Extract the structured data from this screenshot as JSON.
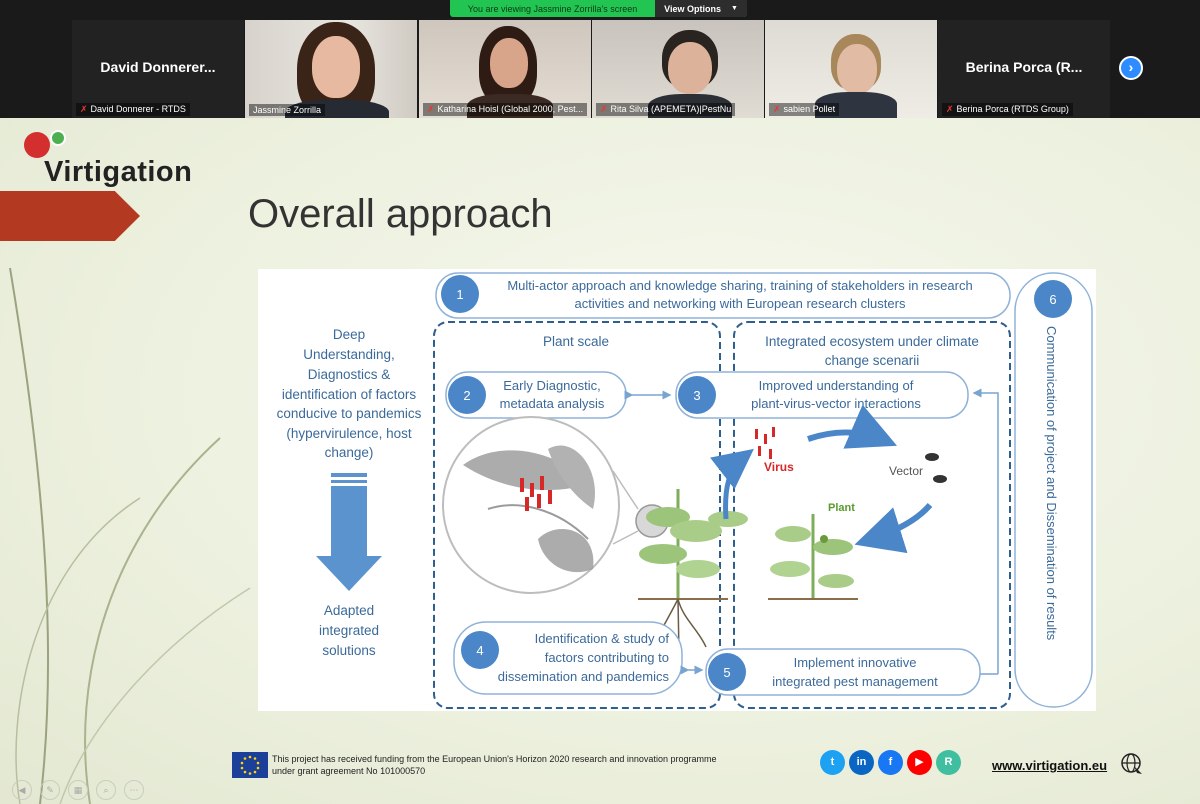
{
  "banner": {
    "viewing_text": "You are viewing Jassmine Zorrilla's screen",
    "view_options_label": "View Options"
  },
  "participants": {
    "p1": {
      "big_name": "David  Donnerer...",
      "label": "David Donnerer - RTDS",
      "muted": true
    },
    "p2": {
      "label": "Jassmine Zorrilla",
      "muted": false
    },
    "p3": {
      "label": "Katharina Hoisl (Global 2000, Pest...",
      "muted": true
    },
    "p4": {
      "label": "Rita Silva (APEMETA)|PestNu",
      "muted": true
    },
    "p5": {
      "label": "sabien Pollet",
      "muted": true
    },
    "p6": {
      "big_name": "Berina Porca  (R...",
      "label": "Berina Porca (RTDS Group)",
      "muted": true
    }
  },
  "next_button_icon": "chevron-right-icon",
  "slide": {
    "logo": "Virtigation",
    "title": "Overall approach",
    "diagram": {
      "step1_num": "1",
      "step1_line1": "Multi-actor approach and knowledge sharing, training  of stakeholders in research",
      "step1_line2": "activities and networking with European research clusters",
      "left_line1": "Deep",
      "left_line2": "Understanding,",
      "left_line3": "Diagnostics &",
      "left_line4": "identification of factors",
      "left_line5": "conducive to pandemics",
      "left_line6": "(hypervirulence, host",
      "left_line7": "change)",
      "bottom_line1": "Adapted",
      "bottom_line2": "integrated",
      "bottom_line3": "solutions",
      "plant_scale": "Plant scale",
      "eco_line1": "Integrated ecosystem under climate",
      "eco_line2": "change scenarii",
      "step2_num": "2",
      "step2_line1": "Early Diagnostic,",
      "step2_line2": "metadata analysis",
      "step3_num": "3",
      "step3_line1": "Improved understanding of",
      "step3_line2": "plant-virus-vector interactions",
      "virus": "Virus",
      "vector": "Vector",
      "plant": "Plant",
      "step4_num": "4",
      "step4_line1": "Identification & study of",
      "step4_line2": "factors contributing to",
      "step4_line3": "dissemination and pandemics",
      "step5_num": "5",
      "step5_line1": "Implement innovative",
      "step5_line2": "integrated pest management",
      "step6_num": "6",
      "step6_text": "Communication of project and Dissemination of results"
    },
    "footer": {
      "line1": "This project has received funding from the European Union's Horizon 2020 research and innovation programme",
      "line2": "under grant agreement No 101000570",
      "website": "www.virtigation.eu",
      "social": [
        "twitter-icon",
        "linkedin-icon",
        "facebook-icon",
        "youtube-icon",
        "researchgate-icon"
      ]
    }
  },
  "colors": {
    "zoom_green": "#23c552",
    "active_speaker": "#e5e000",
    "diagram_blue": "#4a86c8",
    "diagram_text": "#3b6a9a",
    "arrow_red": "#b33a20"
  }
}
